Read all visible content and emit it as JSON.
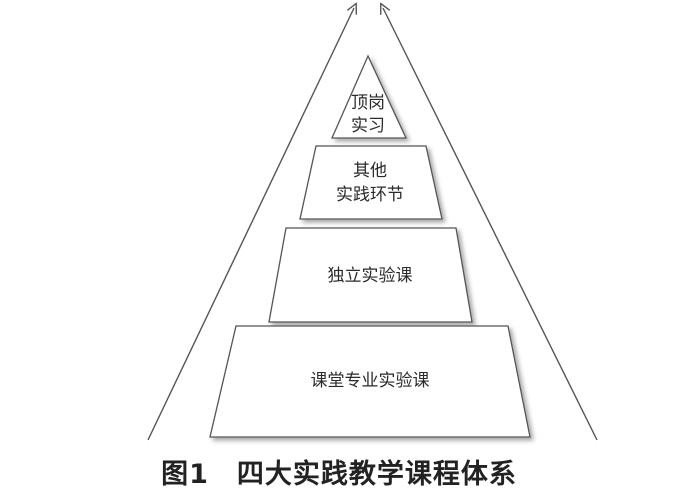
{
  "diagram": {
    "tiers": [
      {
        "lines": [
          "顶岗",
          "实习"
        ]
      },
      {
        "lines": [
          "其他",
          "实践环节"
        ]
      },
      {
        "lines": [
          "独立实验课"
        ]
      },
      {
        "lines": [
          "课堂专业实验课"
        ]
      }
    ],
    "caption": "图1　四大实践教学课程体系",
    "colors": {
      "stroke": "#555555",
      "fill": "#ffffff",
      "text": "#2a2a2a"
    }
  }
}
